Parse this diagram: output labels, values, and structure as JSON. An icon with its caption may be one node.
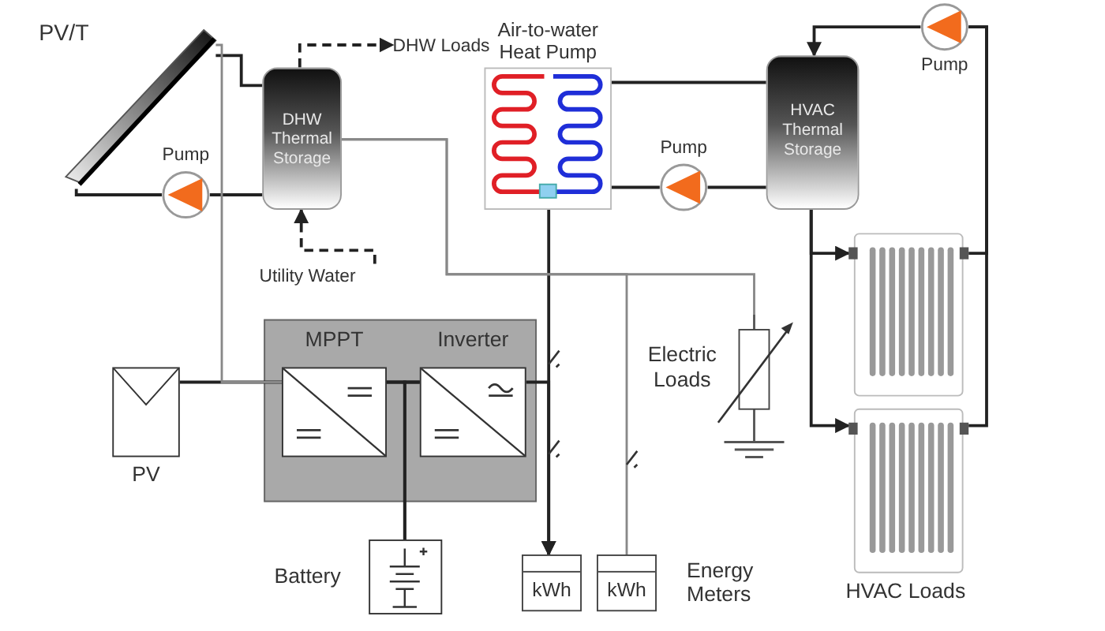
{
  "diagram": {
    "nodes": [
      {
        "text": [
          "PV/T"
        ]
      },
      {
        "text": [
          "DHW Thermal Storage"
        ]
      },
      {
        "text": [
          "Pump"
        ]
      },
      {
        "text": [
          "DHW Loads"
        ]
      },
      {
        "text": [
          "Utility Water"
        ]
      },
      {
        "text": [
          "Air-to-water Heat Pump"
        ]
      },
      {
        "text": [
          "Pump"
        ]
      },
      {
        "text": [
          "HVAC Thermal Storage"
        ]
      },
      {
        "text": [
          "Pump"
        ]
      },
      {
        "text": [],
        "shape": "picture"
      },
      {
        "text": [],
        "shape": "picture",
        "beside": [
          "HVAC Loads"
        ]
      },
      {
        "text": [],
        "shape": "box"
      },
      {
        "text": [
          "MPPT"
        ],
        "in": 11
      },
      {
        "text": [
          "Inverter"
        ],
        "in": 11
      },
      {
        "text": [
          "PV"
        ]
      },
      {
        "text": [
          "Battery"
        ]
      },
      {
        "text": [
          "Electric Loads"
        ]
      },
      {
        "text": [
          "kWh"
        ]
      },
      {
        "text": [
          "kWh"
        ]
      }
    ],
    "edges": [
      {
        "from": 0,
        "to": 1,
        "arrow": "none"
      },
      {
        "from": 1,
        "to": 2,
        "arrow": "none"
      },
      {
        "from": 2,
        "to": 0,
        "arrow": "none"
      },
      {
        "from": 1,
        "to": 3,
        "arrow": "to",
        "style": "dashed"
      },
      {
        "from": 4,
        "to": 1,
        "arrow": "to",
        "style": "dashed"
      },
      {
        "from": 5,
        "to": 7,
        "arrow": "none"
      },
      {
        "from": 7,
        "to": 6,
        "arrow": "none"
      },
      {
        "from": 6,
        "to": 5,
        "arrow": "none"
      },
      {
        "from": 7,
        "to": 9,
        "arrow": "to"
      },
      {
        "from": 7,
        "to": 10,
        "arrow": "to"
      },
      {
        "from": 9,
        "to": 8,
        "arrow": "none"
      },
      {
        "from": 10,
        "to": 8,
        "arrow": "none"
      },
      {
        "from": 8,
        "to": 7,
        "arrow": "to"
      },
      {
        "from": 14,
        "to": 12,
        "arrow": "none"
      },
      {
        "from": 0,
        "to": 12,
        "arrow": "none",
        "color": "#888888"
      },
      {
        "from": 12,
        "to": 13,
        "arrow": "none"
      },
      {
        "from": 15,
        "to": 12,
        "arrow": "none"
      },
      {
        "from": 15,
        "to": 13,
        "arrow": "none"
      },
      {
        "from": 5,
        "to": 17,
        "arrow": "to"
      },
      {
        "from": 13,
        "to": 17,
        "arrow": "to"
      },
      {
        "from": 1,
        "to": 16,
        "arrow": "none",
        "color": "#888888"
      },
      {
        "from": 1,
        "to": 18,
        "arrow": "none",
        "color": "#888888"
      }
    ],
    "labels": [
      "Energy Meters"
    ]
  }
}
